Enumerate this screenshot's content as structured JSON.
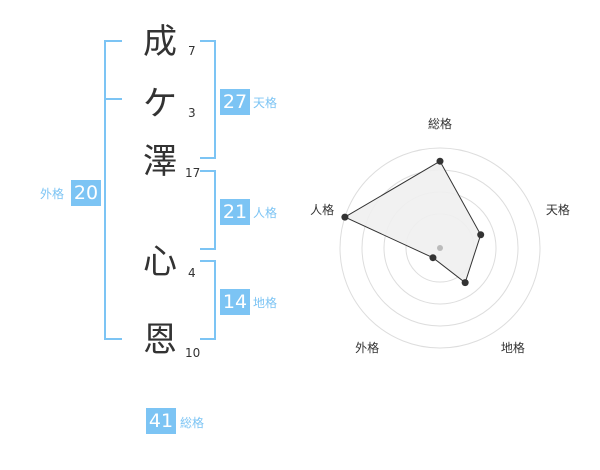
{
  "name": {
    "characters": [
      {
        "char": "成",
        "strokes": "7"
      },
      {
        "char": "ケ",
        "strokes": "3"
      },
      {
        "char": "澤",
        "strokes": "17"
      },
      {
        "char": "心",
        "strokes": "4"
      },
      {
        "char": "恩",
        "strokes": "10"
      }
    ]
  },
  "scores": {
    "tenkaku": {
      "label": "天格",
      "value": "27"
    },
    "jinkaku": {
      "label": "人格",
      "value": "21"
    },
    "chikaku": {
      "label": "地格",
      "value": "14"
    },
    "gaikaku": {
      "label": "外格",
      "value": "20"
    },
    "soukaku": {
      "label": "総格",
      "value": "41"
    }
  },
  "radar": {
    "axes": [
      "総格",
      "天格",
      "地格",
      "外格",
      "人格"
    ],
    "levels": [
      0.85,
      0.35,
      0.35,
      0.0,
      1.0
    ],
    "max": 1.0,
    "colors": {
      "grid": "#dddddd",
      "fill": "#f0f0f0",
      "line": "#333333",
      "point": "#333333",
      "center": "#bbbbbb"
    }
  },
  "colors": {
    "accent": "#7cc4f4",
    "text": "#333333"
  }
}
